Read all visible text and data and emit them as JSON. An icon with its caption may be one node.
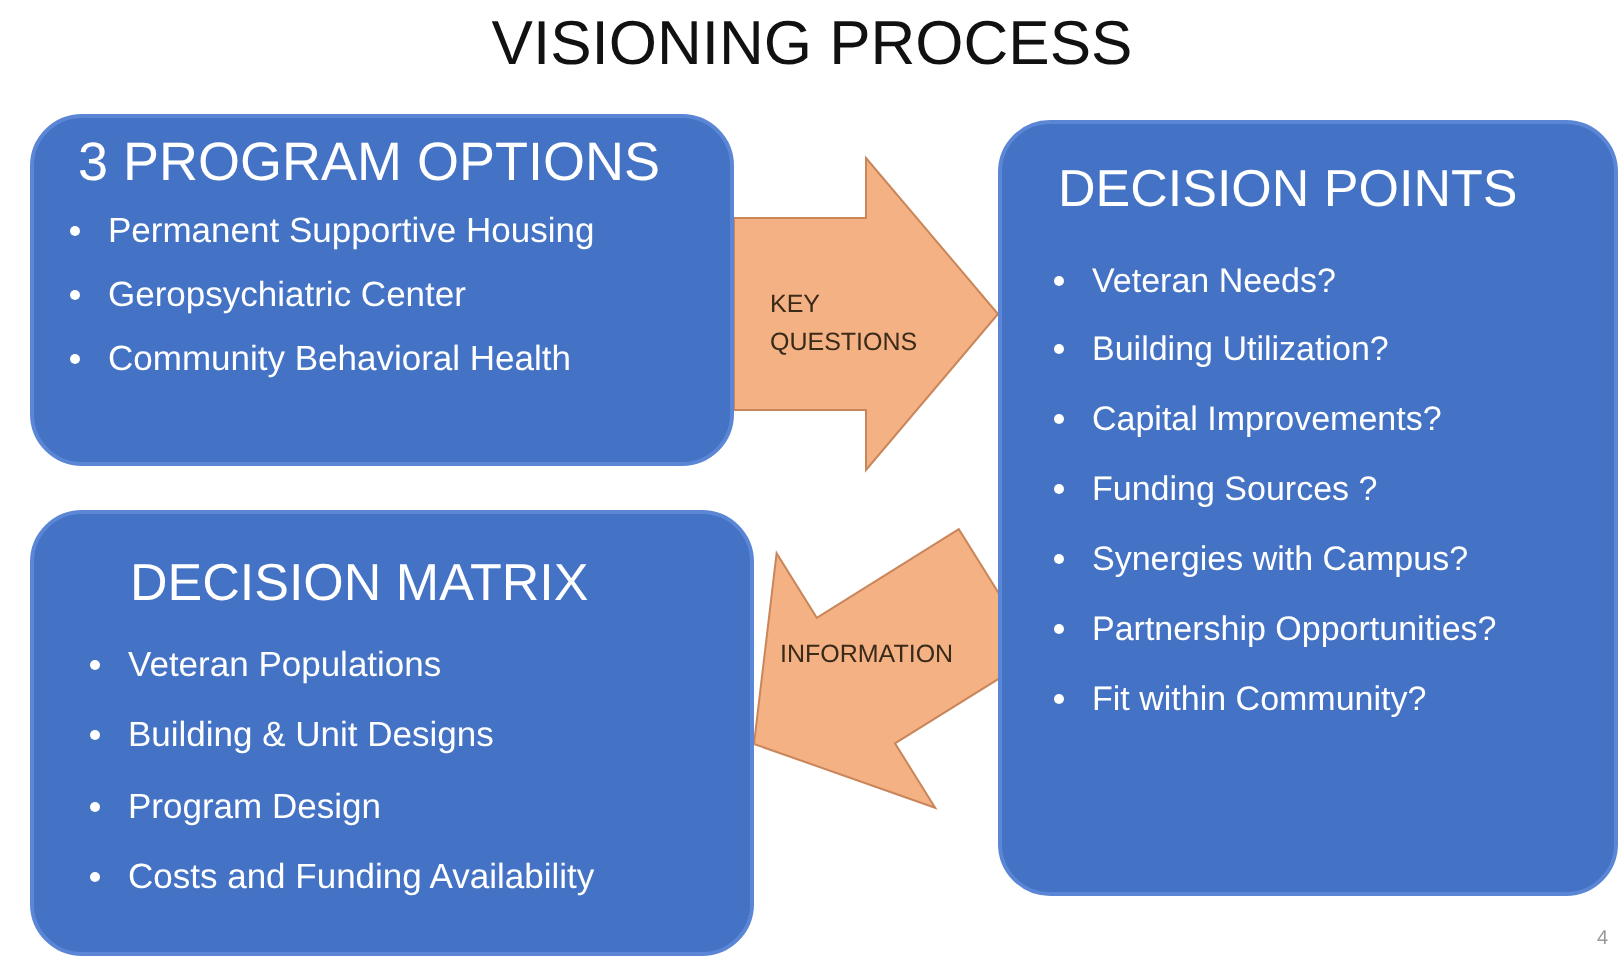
{
  "diagram": {
    "title": "VISIONING PROCESS",
    "nodes": [
      {
        "text": [
          "3 PROGRAM OPTIONS",
          "Permanent Supportive Housing",
          "Geropsychiatric Center",
          "Community Behavioral Health"
        ]
      },
      {
        "text": [
          "DECISION POINTS",
          "Veteran Needs?",
          "Building Utilization?",
          "Capital Improvements?",
          "Funding Sources ?",
          "Synergies with Campus?",
          "Partnership Opportunities?",
          "Fit within Community?"
        ]
      },
      {
        "text": [
          "DECISION MATRIX",
          "Veteran Populations",
          "Building & Unit Designs",
          "Program Design",
          "Costs and Funding Availability"
        ]
      }
    ],
    "edges": [
      {
        "from": 0,
        "to": 1,
        "arrow": "to",
        "label": "KEY QUESTIONS"
      },
      {
        "from": 1,
        "to": 2,
        "arrow": "to",
        "label": "INFORMATION"
      }
    ],
    "labels": [
      "4"
    ]
  }
}
